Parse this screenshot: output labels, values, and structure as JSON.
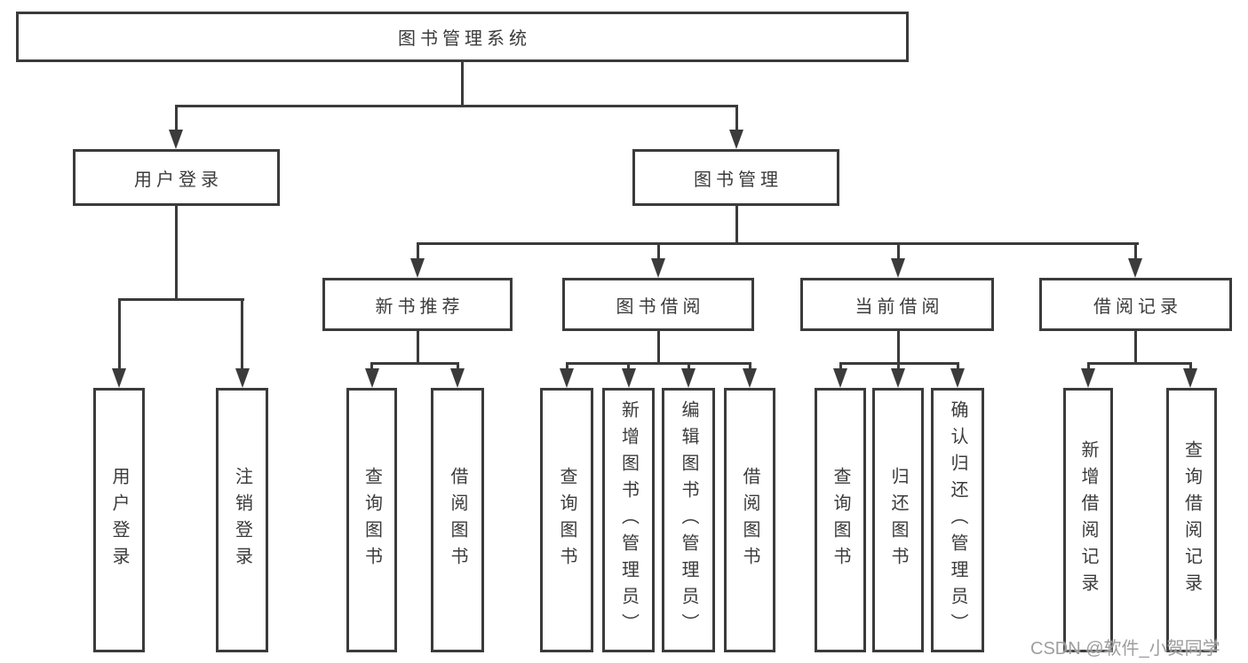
{
  "diagram": {
    "root": {
      "label": "图书管理系统"
    },
    "branches": [
      {
        "label": "用户登录",
        "children": [
          {
            "label": "用户登录"
          },
          {
            "label": "注销登录"
          }
        ]
      },
      {
        "label": "图书管理",
        "children": [
          {
            "label": "新书推荐",
            "children": [
              {
                "label": "查询图书"
              },
              {
                "label": "借阅图书"
              }
            ]
          },
          {
            "label": "图书借阅",
            "children": [
              {
                "label": "查询图书"
              },
              {
                "label": "新增图书（管理员）"
              },
              {
                "label": "编辑图书（管理员）"
              },
              {
                "label": "借阅图书"
              }
            ]
          },
          {
            "label": "当前借阅",
            "children": [
              {
                "label": "查询图书"
              },
              {
                "label": "归还图书"
              },
              {
                "label": "确认归还（管理员）"
              }
            ]
          },
          {
            "label": "借阅记录",
            "children": [
              {
                "label": "新增借阅记录"
              },
              {
                "label": "查询借阅记录"
              }
            ]
          }
        ]
      }
    ]
  },
  "watermark": {
    "text": "CSDN @软件_小贺同学"
  },
  "colors": {
    "line": "#3b3b3b",
    "box_background": "#ffffff",
    "page_background": "#ffffff",
    "watermark": "#949494"
  }
}
